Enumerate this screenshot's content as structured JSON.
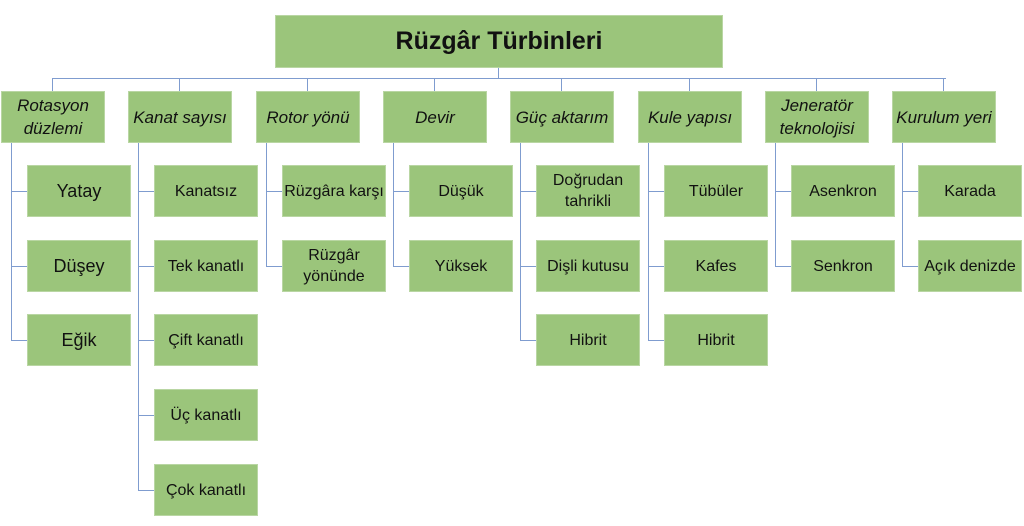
{
  "title": "Rüzgâr Türbinleri",
  "colors": {
    "box": "#9bc57b",
    "connector": "#7f9ccf"
  },
  "categories": [
    {
      "label": "Rotasyon düzlemi",
      "children": [
        "Yatay",
        "Düşey",
        "Eğik"
      ]
    },
    {
      "label": "Kanat sayısı",
      "children": [
        "Kanatsız",
        "Tek kanatlı",
        "Çift kanatlı",
        "Üç kanatlı",
        "Çok kanatlı"
      ]
    },
    {
      "label": "Rotor yönü",
      "children": [
        "Rüzgâra karşı",
        "Rüzgâr yönünde"
      ]
    },
    {
      "label": "Devir",
      "children": [
        "Düşük",
        "Yüksek"
      ]
    },
    {
      "label": "Güç aktarım",
      "children": [
        "Doğrudan tahrikli",
        "Dişli kutusu",
        "Hibrit"
      ]
    },
    {
      "label": "Kule yapısı",
      "children": [
        "Tübüler",
        "Kafes",
        "Hibrit"
      ]
    },
    {
      "label": "Jeneratör teknolojisi",
      "children": [
        "Asenkron",
        "Senkron"
      ]
    },
    {
      "label": "Kurulum yeri",
      "children": [
        "Karada",
        "Açık denizde"
      ]
    }
  ]
}
